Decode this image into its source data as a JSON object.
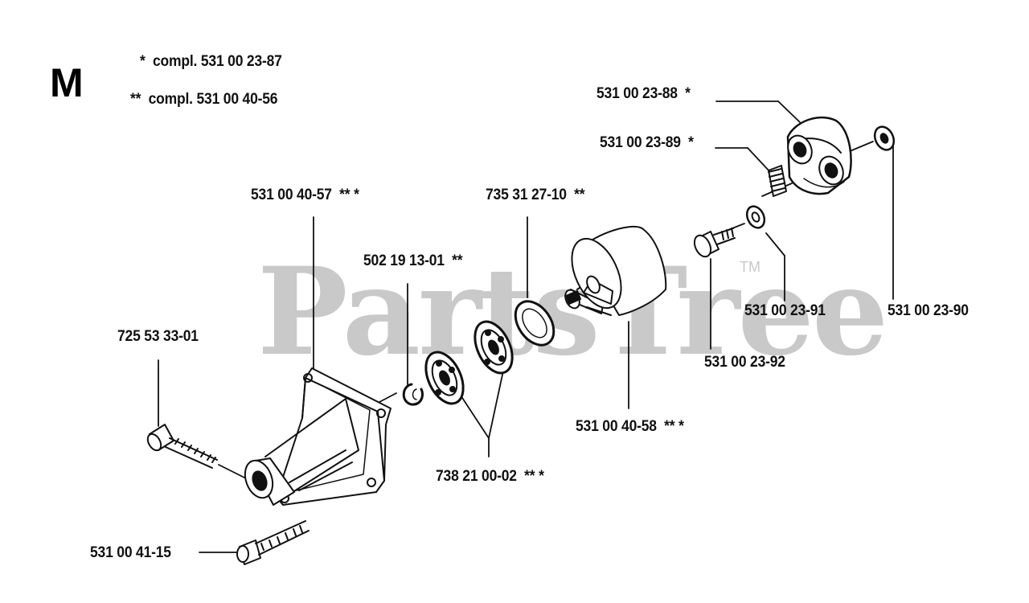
{
  "section_letter": "M",
  "notes": [
    {
      "marker": "*",
      "text": "compl. 531 00 23-87"
    },
    {
      "marker": "**",
      "text": "compl. 531 00 40-56"
    }
  ],
  "watermark": {
    "text": "PartsTree",
    "mark": "TM"
  },
  "parts": [
    {
      "number": "531 00 23-88",
      "suffix": "*"
    },
    {
      "number": "531 00 23-89",
      "suffix": "*"
    },
    {
      "number": "531 00 40-57",
      "suffix": "** *"
    },
    {
      "number": "735 31 27-10",
      "suffix": "**"
    },
    {
      "number": "502 19 13-01",
      "suffix": "**"
    },
    {
      "number": "725 53 33-01",
      "suffix": ""
    },
    {
      "number": "531 00 23-91",
      "suffix": ""
    },
    {
      "number": "531 00 23-90",
      "suffix": ""
    },
    {
      "number": "531 00 23-92",
      "suffix": ""
    },
    {
      "number": "531 00 40-58",
      "suffix": "** *"
    },
    {
      "number": "738 21 00-02",
      "suffix": "** *"
    },
    {
      "number": "531 00 41-15",
      "suffix": ""
    }
  ]
}
